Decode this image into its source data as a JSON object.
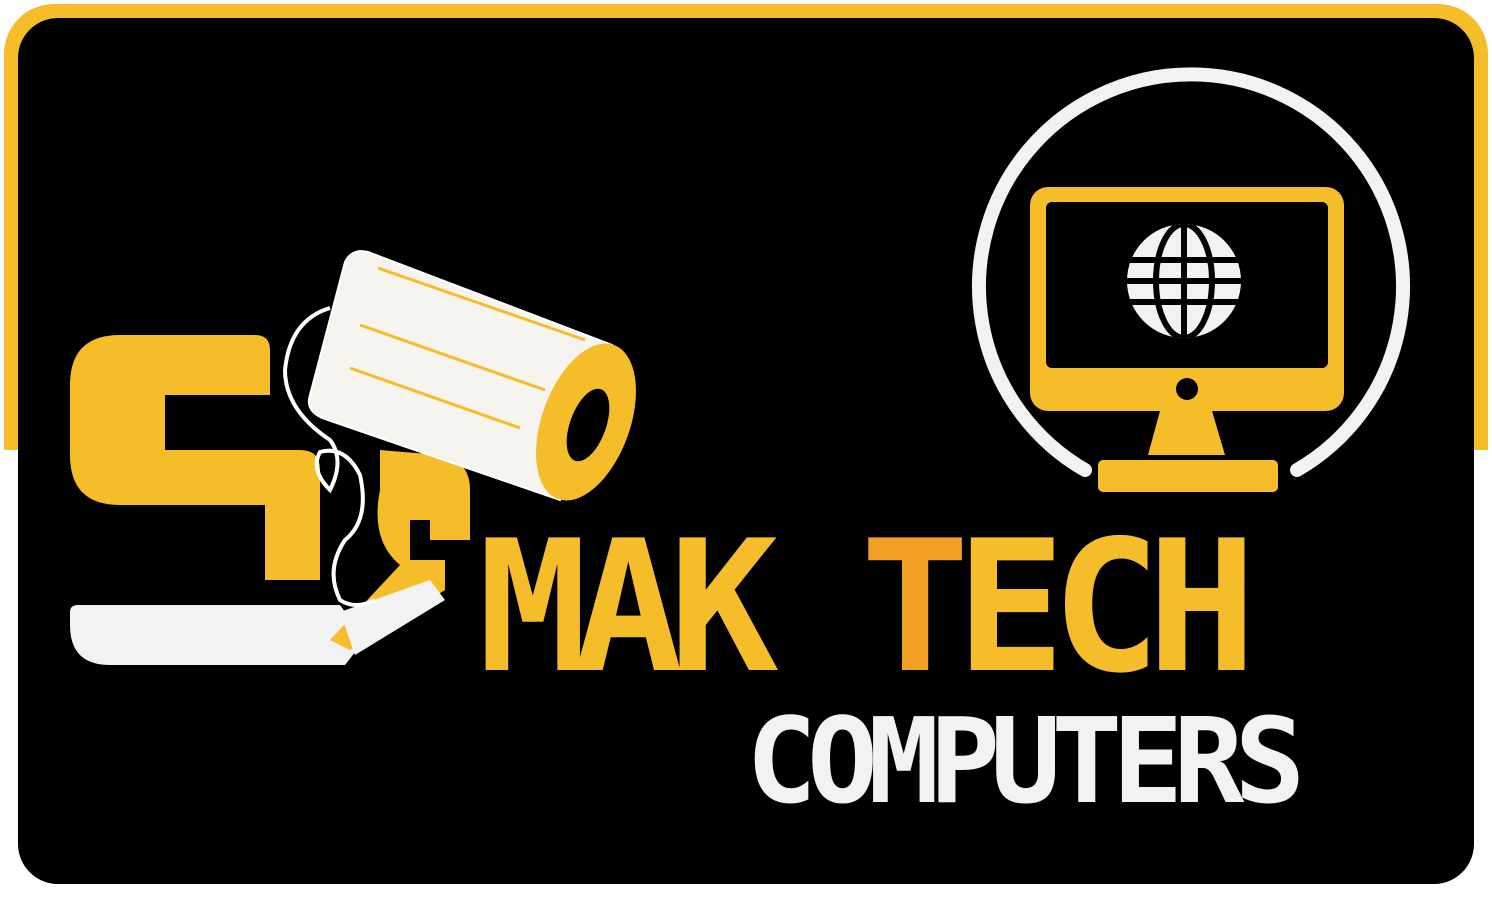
{
  "brand": {
    "initial": "S",
    "name_parts": [
      {
        "text": "MAK ",
        "color": "#f5bd2a"
      },
      {
        "text": "T",
        "color": "#f2a124"
      },
      {
        "text": "ECH",
        "color": "#f5bd2a"
      }
    ],
    "name": "MAK TECH",
    "subtitle": "COMPUTERS"
  },
  "colors": {
    "background": "#000000",
    "frame_yellow": "#f5bd2a",
    "frame_white": "#ffffff",
    "accent_orange": "#f2a124",
    "light": "#f2f2f2",
    "camera_body": "#f5f4ee"
  },
  "icons": [
    "cctv-camera-icon",
    "monitor-icon",
    "globe-icon"
  ]
}
